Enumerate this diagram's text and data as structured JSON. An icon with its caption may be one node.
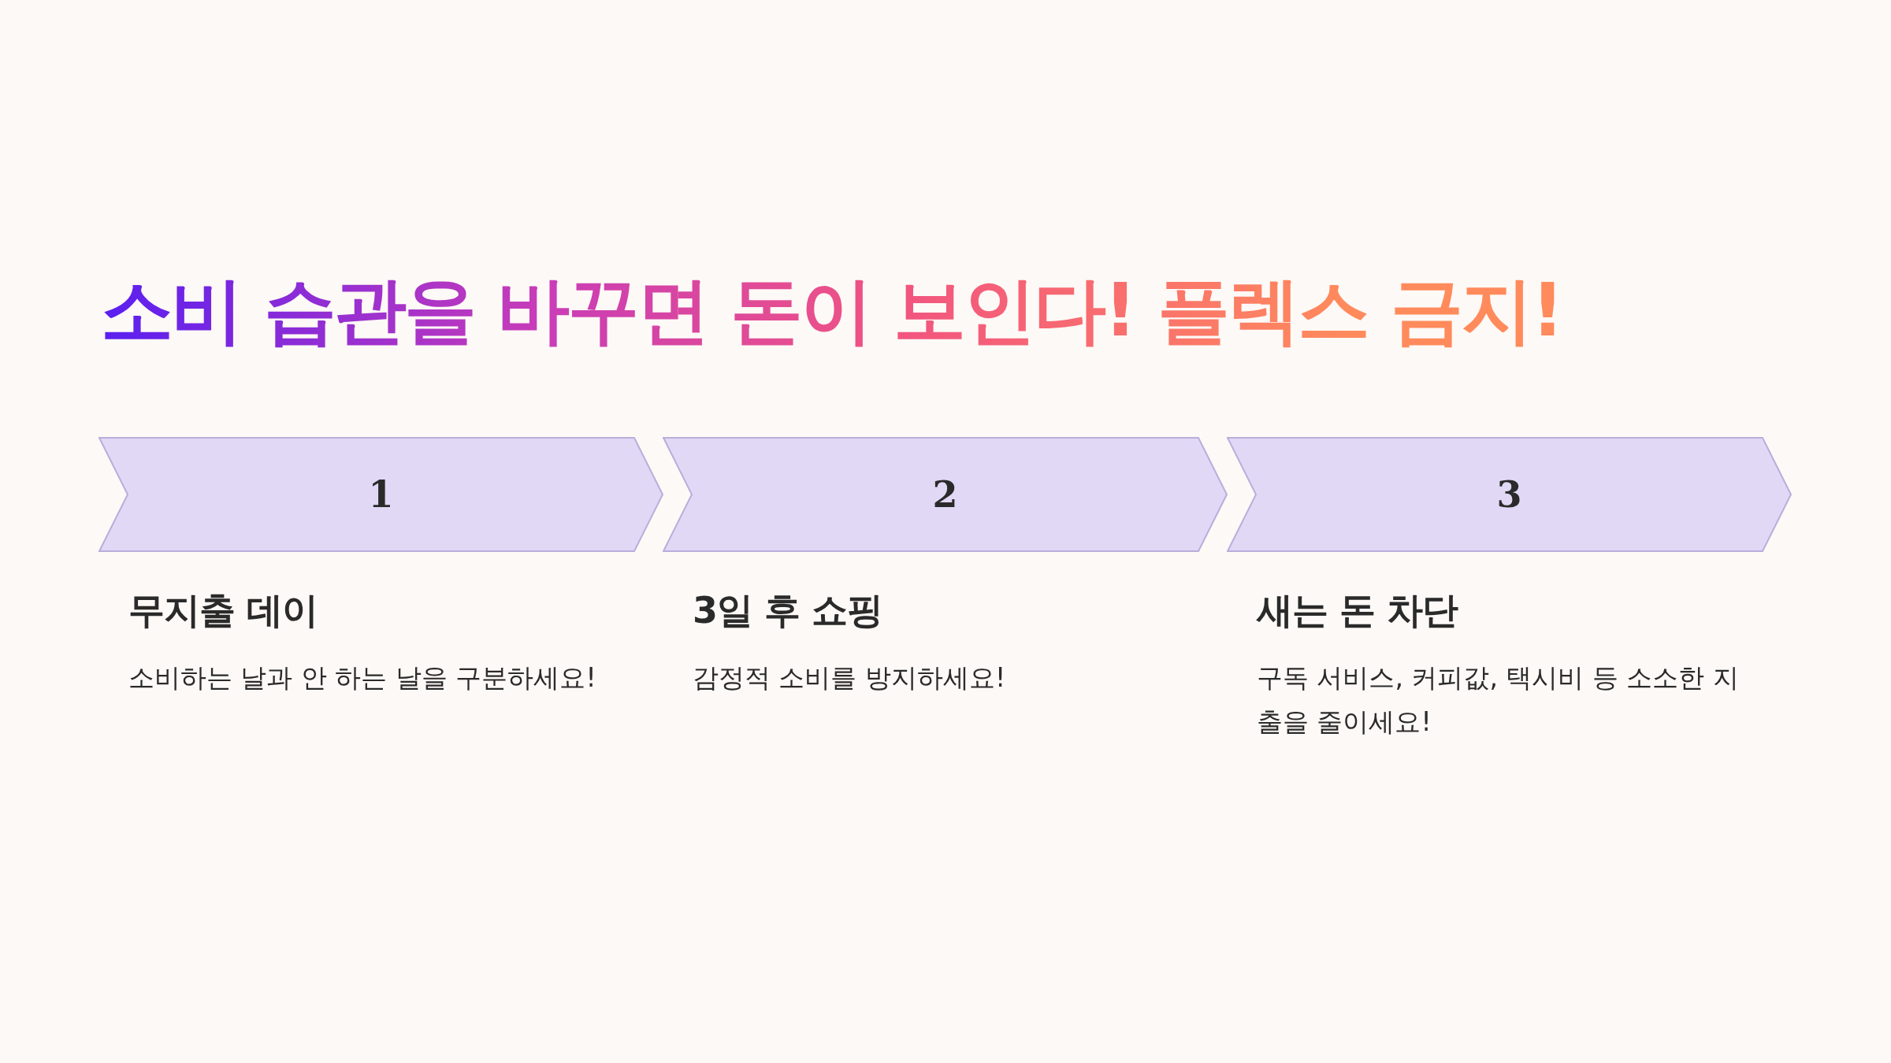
{
  "diagram": {
    "title": "소비 습관을 바꾸면 돈이 보인다! 플렉스 금지!",
    "nodes": [
      {
        "text": [
          "1"
        ],
        "beside": [
          "무지출 데이",
          "소비하는 날과 안 하는 날을 구분하세요!"
        ]
      },
      {
        "text": [
          "2"
        ],
        "beside": [
          "3일 후 쇼핑",
          "감정적 소비를 방지하세요!"
        ]
      },
      {
        "text": [
          "3"
        ],
        "beside": [
          "새는 돈 차단",
          "구독 서비스, 커피값, 택시비 등 소소한 지출을 줄이세요!"
        ]
      }
    ]
  }
}
